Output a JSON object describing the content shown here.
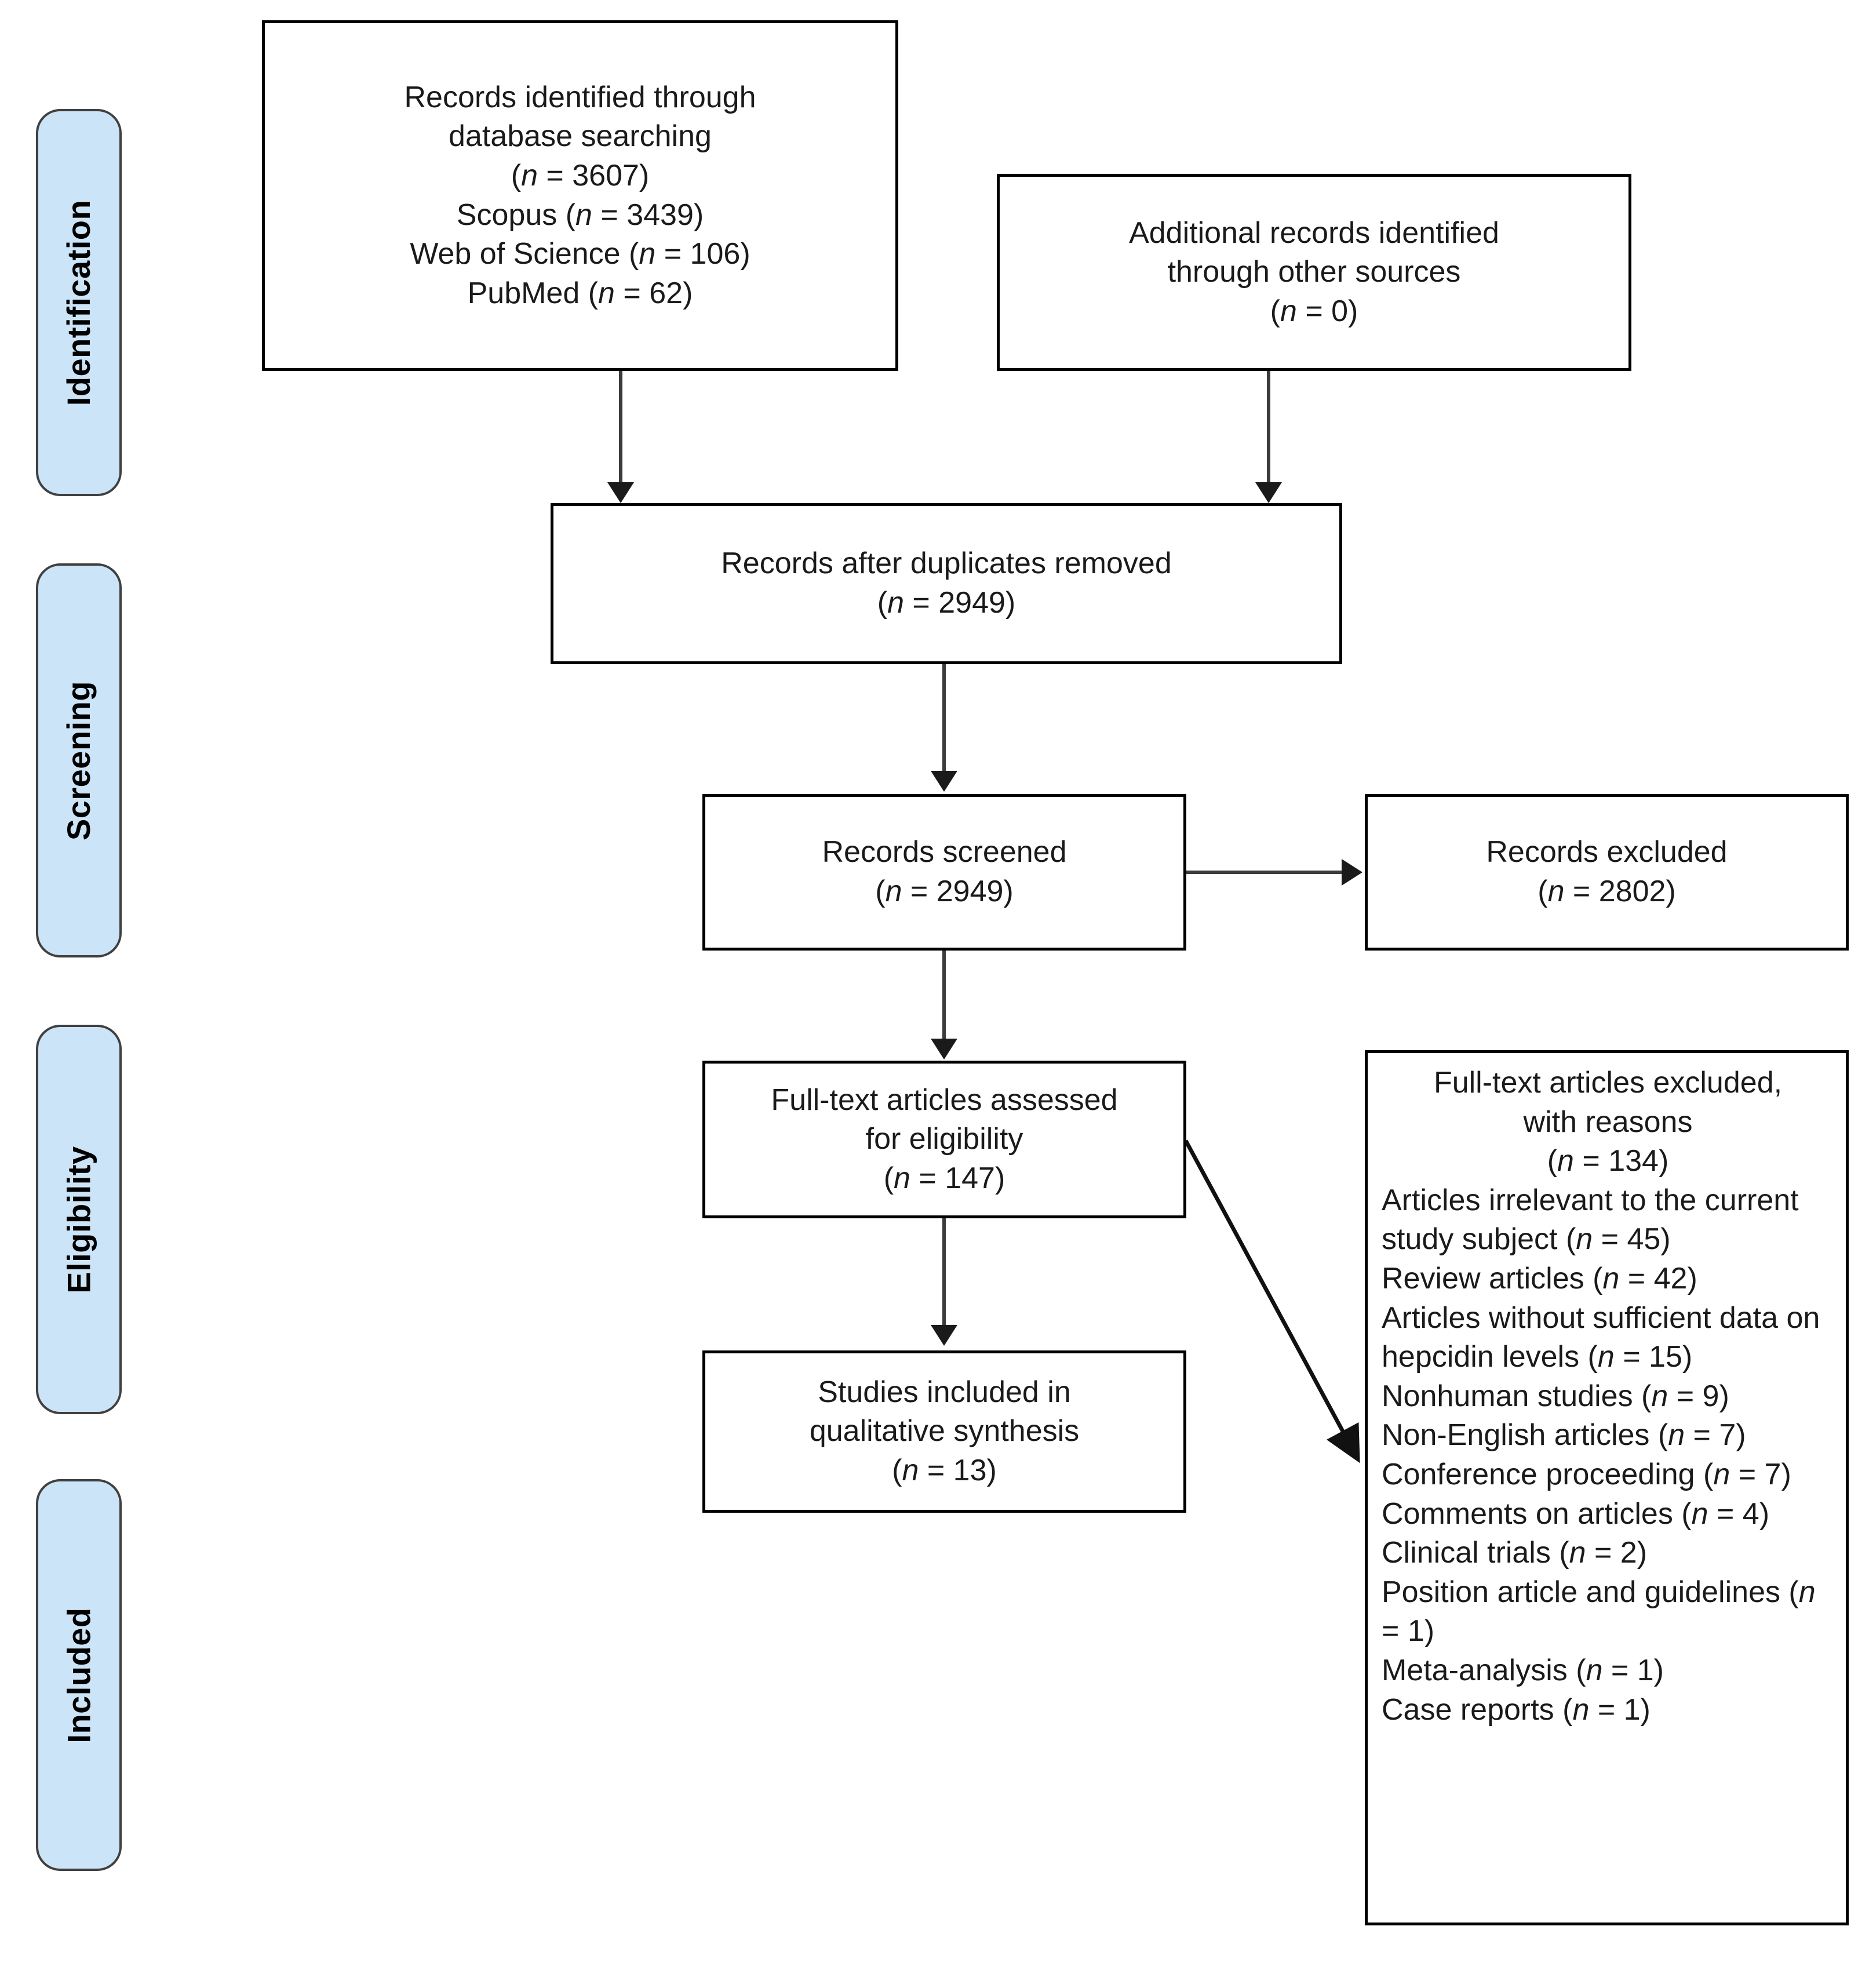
{
  "diagram": {
    "type": "prisma-flow-diagram",
    "phases": [
      {
        "id": "identification",
        "label": "Identification"
      },
      {
        "id": "screening",
        "label": "Screening"
      },
      {
        "id": "eligibility",
        "label": "Eligibility"
      },
      {
        "id": "included",
        "label": "Included"
      }
    ],
    "boxes": {
      "database_search": {
        "line1": "Records identified through",
        "line2": "database searching",
        "line3_pre": "(",
        "line3_n": "n",
        "line3_post": " = 3607)",
        "line4_pre": "Scopus (",
        "line4_n": "n",
        "line4_post": " = 3439)",
        "line5_pre": "Web of Science (",
        "line5_n": "n",
        "line5_post": " = 106)",
        "line6_pre": "PubMed (",
        "line6_n": "n",
        "line6_post": " = 62)"
      },
      "other_sources": {
        "line1": "Additional records identified",
        "line2": "through other sources",
        "line3_pre": "(",
        "line3_n": "n",
        "line3_post": " = 0)"
      },
      "duplicates_removed": {
        "line1": "Records after duplicates removed",
        "line2_pre": "(",
        "line2_n": "n",
        "line2_post": " = 2949)"
      },
      "records_screened": {
        "line1": "Records screened",
        "line2_pre": "(",
        "line2_n": "n",
        "line2_post": " = 2949)"
      },
      "records_excluded": {
        "line1": "Records excluded",
        "line2_pre": "(",
        "line2_n": "n",
        "line2_post": " = 2802)"
      },
      "fulltext_assessed": {
        "line1": "Full-text articles assessed",
        "line2": "for eligibility",
        "line3_pre": "(",
        "line3_n": "n",
        "line3_post": " = 147)"
      },
      "studies_included": {
        "line1": "Studies included in",
        "line2": "qualitative synthesis",
        "line3_pre": "(",
        "line3_n": "n",
        "line3_post": " = 13)"
      },
      "fulltext_excluded": {
        "header1": "Full-text articles excluded,",
        "header2": "with reasons",
        "header3_pre": "(",
        "header3_n": "n",
        "header3_post": " = 134)",
        "reasons": [
          {
            "text_pre": "Articles irrelevant to the current study subject (",
            "n": "n",
            "text_post": " = 45)"
          },
          {
            "text_pre": "Review articles (",
            "n": "n",
            "text_post": " = 42)"
          },
          {
            "text_pre": "Articles without sufficient data on hepcidin levels (",
            "n": "n",
            "text_post": " = 15)"
          },
          {
            "text_pre": "Nonhuman studies (",
            "n": "n",
            "text_post": " = 9)"
          },
          {
            "text_pre": "Non-English articles (",
            "n": "n",
            "text_post": " = 7)"
          },
          {
            "text_pre": "Conference proceeding (",
            "n": "n",
            "text_post": " = 7)"
          },
          {
            "text_pre": "Comments on articles (",
            "n": "n",
            "text_post": " = 4)"
          },
          {
            "text_pre": "Clinical trials (",
            "n": "n",
            "text_post": " = 2)"
          },
          {
            "text_pre": "Position article and guidelines (",
            "n": "n",
            "text_post": " = 1)"
          },
          {
            "text_pre": "Meta-analysis (",
            "n": "n",
            "text_post": " = 1)"
          },
          {
            "text_pre": "Case reports (",
            "n": "n",
            "text_post": " = 1)"
          }
        ]
      }
    },
    "colors": {
      "phase_pill_fill": "#cce4f7",
      "phase_pill_border": "#404040",
      "box_border": "#000000",
      "connector": "#3c3c3c",
      "text": "#1a1a1a"
    },
    "counts": {
      "identified_total": 3607,
      "scopus": 3439,
      "web_of_science": 106,
      "pubmed": 62,
      "other_sources": 0,
      "after_duplicates": 2949,
      "screened": 2949,
      "excluded_screening": 2802,
      "fulltext_assessed": 147,
      "fulltext_excluded": 134,
      "included": 13
    }
  }
}
